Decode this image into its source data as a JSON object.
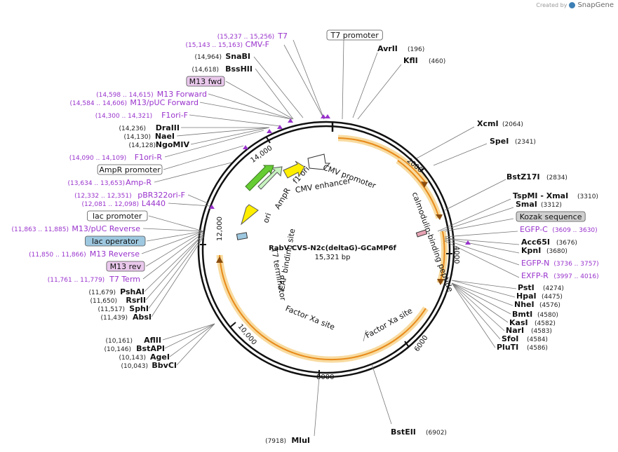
{
  "credit": {
    "created_by": "Created by",
    "brand": "SnapGene"
  },
  "plasmid": {
    "name": "RabV CVS-N2c(deltaG)-GCaMP6f",
    "size": "15,321 bp"
  },
  "colors": {
    "primer": "#9933cc",
    "feature_orange": "#e88a1a",
    "feature_yellow": "#ffee00",
    "feature_green": "#66cc33",
    "tag_purple_fill": "#e9c8ec",
    "tag_blue_fill": "#9ec8e0",
    "tag_gray_fill": "#cfcfcf"
  },
  "ticks": [
    "2000",
    "4000",
    "6000",
    "8000",
    "10,000",
    "12,000",
    "14,000"
  ],
  "labels": [
    {
      "kind": "primer",
      "name": "T7",
      "pos": "(15,237 .. 15,256)"
    },
    {
      "kind": "primer",
      "name": "CMV-F",
      "pos": "(15,143 .. 15,163)"
    },
    {
      "kind": "enzyme",
      "name": "SnaBI",
      "pos": "(14,964)"
    },
    {
      "kind": "enzyme",
      "name": "BssHII",
      "pos": "(14,618)"
    },
    {
      "kind": "tag-purple",
      "name": "M13 fwd",
      "pos": ""
    },
    {
      "kind": "primer",
      "name": "M13 Forward",
      "pos": "(14,598 .. 14,615)"
    },
    {
      "kind": "primer",
      "name": "M13/pUC Forward",
      "pos": "(14,584 .. 14,606)"
    },
    {
      "kind": "primer",
      "name": "F1ori-F",
      "pos": "(14,300 .. 14,321)"
    },
    {
      "kind": "enzyme",
      "name": "DraIII",
      "pos": "(14,236)"
    },
    {
      "kind": "enzyme",
      "name": "NaeI",
      "pos": "(14,130)"
    },
    {
      "kind": "enzyme",
      "name": "NgoMIV",
      "pos": "(14,128)"
    },
    {
      "kind": "primer",
      "name": "F1ori-R",
      "pos": "(14,090 .. 14,109)"
    },
    {
      "kind": "tag-white",
      "name": "AmpR promoter",
      "pos": ""
    },
    {
      "kind": "primer",
      "name": "Amp-R",
      "pos": "(13,634 .. 13,653)"
    },
    {
      "kind": "primer",
      "name": "pBR322ori-F",
      "pos": "(12,332 .. 12,351)"
    },
    {
      "kind": "primer",
      "name": "L4440",
      "pos": "(12,081 .. 12,098)"
    },
    {
      "kind": "tag-white",
      "name": "lac promoter",
      "pos": ""
    },
    {
      "kind": "primer",
      "name": "M13/pUC Reverse",
      "pos": "(11,863 .. 11,885)"
    },
    {
      "kind": "tag-blue",
      "name": "lac operator",
      "pos": ""
    },
    {
      "kind": "primer",
      "name": "M13 Reverse",
      "pos": "(11,850 .. 11,866)"
    },
    {
      "kind": "tag-purple",
      "name": "M13 rev",
      "pos": ""
    },
    {
      "kind": "primer",
      "name": "T7 Term",
      "pos": "(11,761 .. 11,779)"
    },
    {
      "kind": "enzyme",
      "name": "PshAI",
      "pos": "(11,679)"
    },
    {
      "kind": "enzyme",
      "name": "RsrII",
      "pos": "(11,650)"
    },
    {
      "kind": "enzyme",
      "name": "SphI",
      "pos": "(11,517)"
    },
    {
      "kind": "enzyme",
      "name": "AbsI",
      "pos": "(11,439)"
    },
    {
      "kind": "enzyme",
      "name": "AflII",
      "pos": "(10,161)"
    },
    {
      "kind": "enzyme",
      "name": "BstAPI",
      "pos": "(10,146)"
    },
    {
      "kind": "enzyme",
      "name": "AgeI",
      "pos": "(10,143)"
    },
    {
      "kind": "enzyme",
      "name": "BbvCI",
      "pos": "(10,043)"
    },
    {
      "kind": "enzyme",
      "name": "MluI",
      "pos": "(7918)"
    },
    {
      "kind": "enzyme",
      "name": "BstEII",
      "pos": "(6902)"
    },
    {
      "kind": "tag-white",
      "name": "T7 promoter",
      "pos": ""
    },
    {
      "kind": "enzyme",
      "name": "AvrII",
      "pos": "(196)"
    },
    {
      "kind": "enzyme",
      "name": "KflI",
      "pos": "(460)"
    },
    {
      "kind": "enzyme",
      "name": "XcmI",
      "pos": "(2064)"
    },
    {
      "kind": "enzyme",
      "name": "SpeI",
      "pos": "(2341)"
    },
    {
      "kind": "enzyme",
      "name": "BstZ17I",
      "pos": "(2834)"
    },
    {
      "kind": "enzyme",
      "name": "TspMI - XmaI",
      "pos": "(3310)"
    },
    {
      "kind": "enzyme",
      "name": "SmaI",
      "pos": "(3312)"
    },
    {
      "kind": "tag-gray",
      "name": "Kozak sequence",
      "pos": ""
    },
    {
      "kind": "primer",
      "name": "EGFP-C",
      "pos": "(3609 .. 3630)"
    },
    {
      "kind": "enzyme",
      "name": "Acc65I",
      "pos": "(3676)"
    },
    {
      "kind": "enzyme",
      "name": "KpnI",
      "pos": "(3680)"
    },
    {
      "kind": "primer",
      "name": "EGFP-N",
      "pos": "(3736 .. 3757)"
    },
    {
      "kind": "primer",
      "name": "EXFP-R",
      "pos": "(3997 .. 4016)"
    },
    {
      "kind": "enzyme",
      "name": "PstI",
      "pos": "(4274)"
    },
    {
      "kind": "enzyme",
      "name": "HpaI",
      "pos": "(4475)"
    },
    {
      "kind": "enzyme",
      "name": "NheI",
      "pos": "(4576)"
    },
    {
      "kind": "enzyme",
      "name": "BmtI",
      "pos": "(4580)"
    },
    {
      "kind": "enzyme",
      "name": "KasI",
      "pos": "(4582)"
    },
    {
      "kind": "enzyme",
      "name": "NarI",
      "pos": "(4583)"
    },
    {
      "kind": "enzyme",
      "name": "SfoI",
      "pos": "(4584)"
    },
    {
      "kind": "enzyme",
      "name": "PluTI",
      "pos": "(4586)"
    }
  ],
  "inner_labels": [
    "CMV promoter",
    "CMV enhancer",
    "f1 ori",
    "AmpR",
    "ori",
    "CAP binding site",
    "T7 terminator",
    "Factor Xa site",
    "Factor Xa site",
    "calmodulin-binding peptide"
  ]
}
